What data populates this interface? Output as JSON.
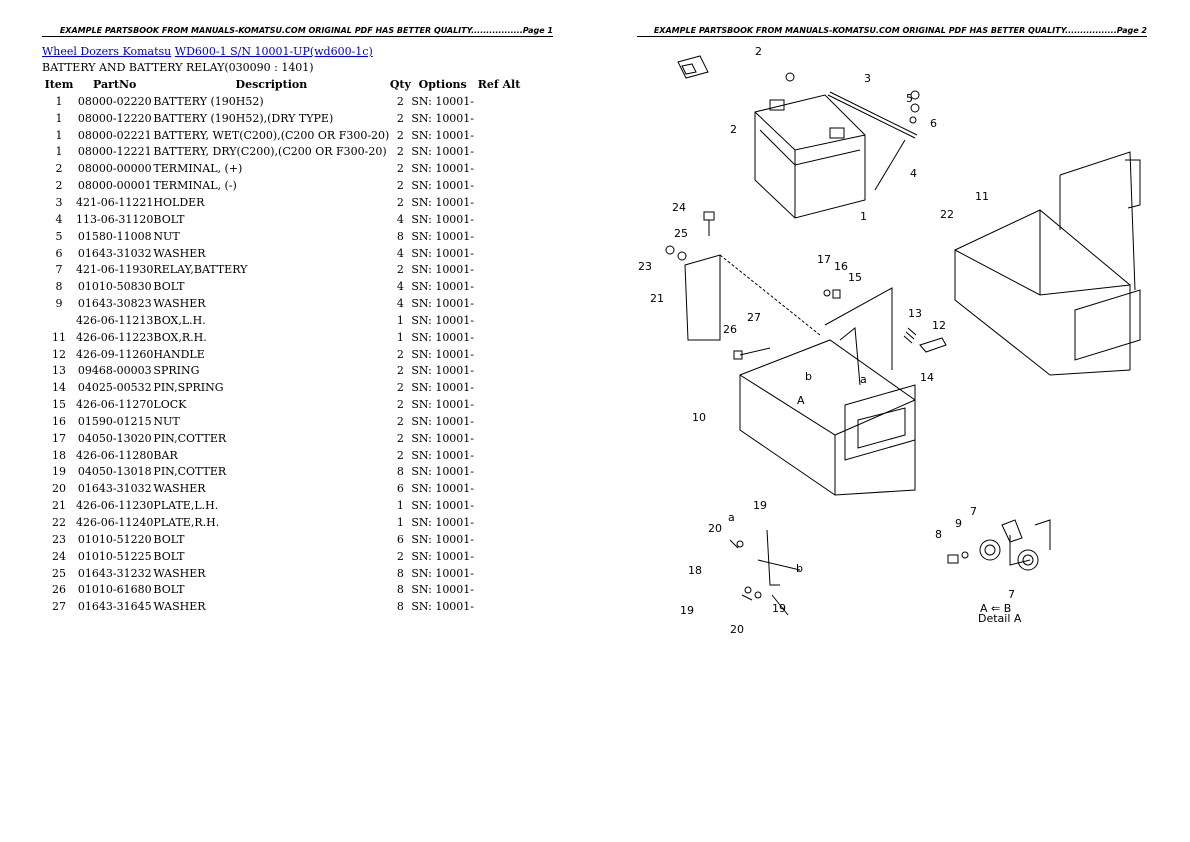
{
  "header": {
    "page1": "EXAMPLE PARTSBOOK FROM MANUALS-KOMATSU.COM ORIGINAL PDF HAS BETTER QUALITY.................Page 1",
    "page2": "EXAMPLE PARTSBOOK FROM MANUALS-KOMATSU.COM ORIGINAL PDF HAS BETTER QUALITY.................Page 2"
  },
  "breadcrumb": {
    "link1": "Wheel Dozers Komatsu",
    "link2": "WD600-1 S/N 10001-UP(wd600-1c)"
  },
  "section_title": "BATTERY AND BATTERY RELAY(030090 : 1401)",
  "table": {
    "headers": [
      "Item",
      "PartNo",
      "Description",
      "Qty",
      "Options",
      "Ref Alt"
    ],
    "rows": [
      [
        "1",
        "08000-02220",
        "BATTERY (190H52)",
        "2",
        "SN: 10001-",
        ""
      ],
      [
        "1",
        "08000-12220",
        "BATTERY (190H52),(DRY TYPE)",
        "2",
        "SN: 10001-",
        ""
      ],
      [
        "1",
        "08000-02221",
        "BATTERY, WET(C200),(C200 OR F300-20)",
        "2",
        "SN: 10001-",
        ""
      ],
      [
        "1",
        "08000-12221",
        "BATTERY, DRY(C200),(C200 OR F300-20)",
        "2",
        "SN: 10001-",
        ""
      ],
      [
        "2",
        "08000-00000",
        "TERMINAL, (+)",
        "2",
        "SN: 10001-",
        ""
      ],
      [
        "2",
        "08000-00001",
        "TERMINAL, (-)",
        "2",
        "SN: 10001-",
        ""
      ],
      [
        "3",
        "421-06-11221",
        "HOLDER",
        "2",
        "SN: 10001-",
        ""
      ],
      [
        "4",
        "113-06-31120",
        "BOLT",
        "4",
        "SN: 10001-",
        ""
      ],
      [
        "5",
        "01580-11008",
        "NUT",
        "8",
        "SN: 10001-",
        ""
      ],
      [
        "6",
        "01643-31032",
        "WASHER",
        "4",
        "SN: 10001-",
        ""
      ],
      [
        "7",
        "421-06-11930",
        "RELAY,BATTERY",
        "2",
        "SN: 10001-",
        ""
      ],
      [
        "8",
        "01010-50830",
        "BOLT",
        "4",
        "SN: 10001-",
        ""
      ],
      [
        "9",
        "01643-30823",
        "WASHER",
        "4",
        "SN: 10001-",
        ""
      ],
      [
        "",
        "426-06-11213",
        "BOX,L.H.",
        "1",
        "SN: 10001-",
        ""
      ],
      [
        "11",
        "426-06-11223",
        "BOX,R.H.",
        "1",
        "SN: 10001-",
        ""
      ],
      [
        "12",
        "426-09-11260",
        "HANDLE",
        "2",
        "SN: 10001-",
        ""
      ],
      [
        "13",
        "09468-00003",
        "SPRING",
        "2",
        "SN: 10001-",
        ""
      ],
      [
        "14",
        "04025-00532",
        "PIN,SPRING",
        "2",
        "SN: 10001-",
        ""
      ],
      [
        "15",
        "426-06-11270",
        "LOCK",
        "2",
        "SN: 10001-",
        ""
      ],
      [
        "16",
        "01590-01215",
        "NUT",
        "2",
        "SN: 10001-",
        ""
      ],
      [
        "17",
        "04050-13020",
        "PIN,COTTER",
        "2",
        "SN: 10001-",
        ""
      ],
      [
        "18",
        "426-06-11280",
        "BAR",
        "2",
        "SN: 10001-",
        ""
      ],
      [
        "19",
        "04050-13018",
        "PIN,COTTER",
        "8",
        "SN: 10001-",
        ""
      ],
      [
        "20",
        "01643-31032",
        "WASHER",
        "6",
        "SN: 10001-",
        ""
      ],
      [
        "21",
        "426-06-11230",
        "PLATE,L.H.",
        "1",
        "SN: 10001-",
        ""
      ],
      [
        "22",
        "426-06-11240",
        "PLATE,R.H.",
        "1",
        "SN: 10001-",
        ""
      ],
      [
        "23",
        "01010-51220",
        "BOLT",
        "6",
        "SN: 10001-",
        ""
      ],
      [
        "24",
        "01010-51225",
        "BOLT",
        "2",
        "SN: 10001-",
        ""
      ],
      [
        "25",
        "01643-31232",
        "WASHER",
        "8",
        "SN: 10001-",
        ""
      ],
      [
        "26",
        "01010-61680",
        "BOLT",
        "8",
        "SN: 10001-",
        ""
      ],
      [
        "27",
        "01643-31645",
        "WASHER",
        "8",
        "SN: 10001-",
        ""
      ]
    ]
  },
  "diagram": {
    "callouts": [
      "2",
      "3",
      "5",
      "6",
      "2",
      "4",
      "1",
      "24",
      "25",
      "23",
      "21",
      "11",
      "22",
      "17",
      "16",
      "15",
      "13",
      "12",
      "14",
      "26",
      "27",
      "b",
      "a",
      "A",
      "10",
      "19",
      "20",
      "a",
      "18",
      "b",
      "19",
      "20",
      "19",
      "7",
      "9",
      "8",
      "7"
    ],
    "detail_label_line1": "A  ⇐  B",
    "detail_label_line2": "Detail  A"
  }
}
